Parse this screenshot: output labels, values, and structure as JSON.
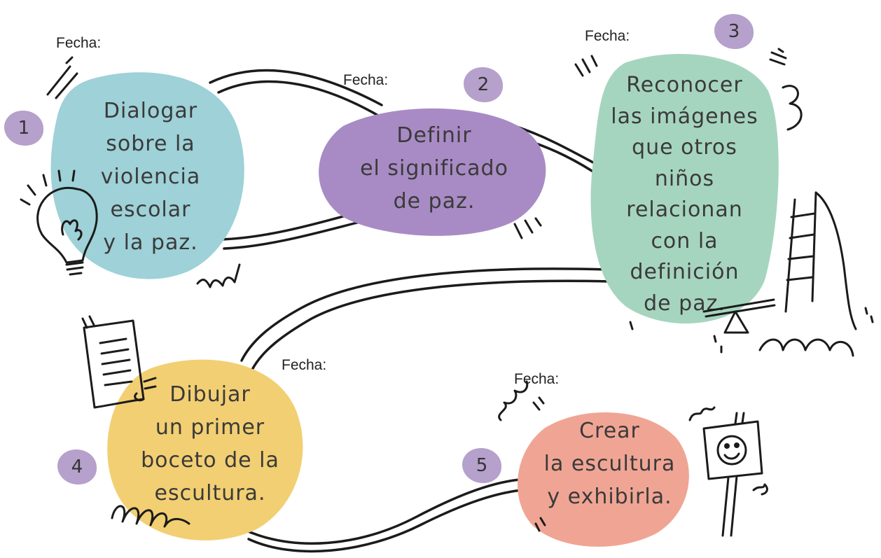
{
  "steps": [
    {
      "number": "1",
      "date_label": "Fecha:",
      "text": "Dialogar\nsobre la\nviolencia\nescolar\ny la paz.",
      "color": "#9ed1d8"
    },
    {
      "number": "2",
      "date_label": "Fecha:",
      "text": "Definir\nel significado\nde paz.",
      "color": "#a88bc4"
    },
    {
      "number": "3",
      "date_label": "Fecha:",
      "text": "Reconocer\nlas imágenes\nque otros\nniños\nrelacionan\ncon la\ndefinición\nde paz.",
      "color": "#a6d5bf"
    },
    {
      "number": "4",
      "date_label": "Fecha:",
      "text": "Dibujar\nun primer\nboceto de la\nescultura.",
      "color": "#f2cf72"
    },
    {
      "number": "5",
      "date_label": "Fecha:",
      "text": "Crear\nla escultura\ny exhibirla.",
      "color": "#f0a594"
    }
  ],
  "colors": {
    "badge": "#b6a0cc",
    "ink": "#1b1b1b"
  },
  "icons": [
    "lightbulb-icon",
    "document-icon",
    "sign-smiley-icon",
    "playground-icon"
  ]
}
